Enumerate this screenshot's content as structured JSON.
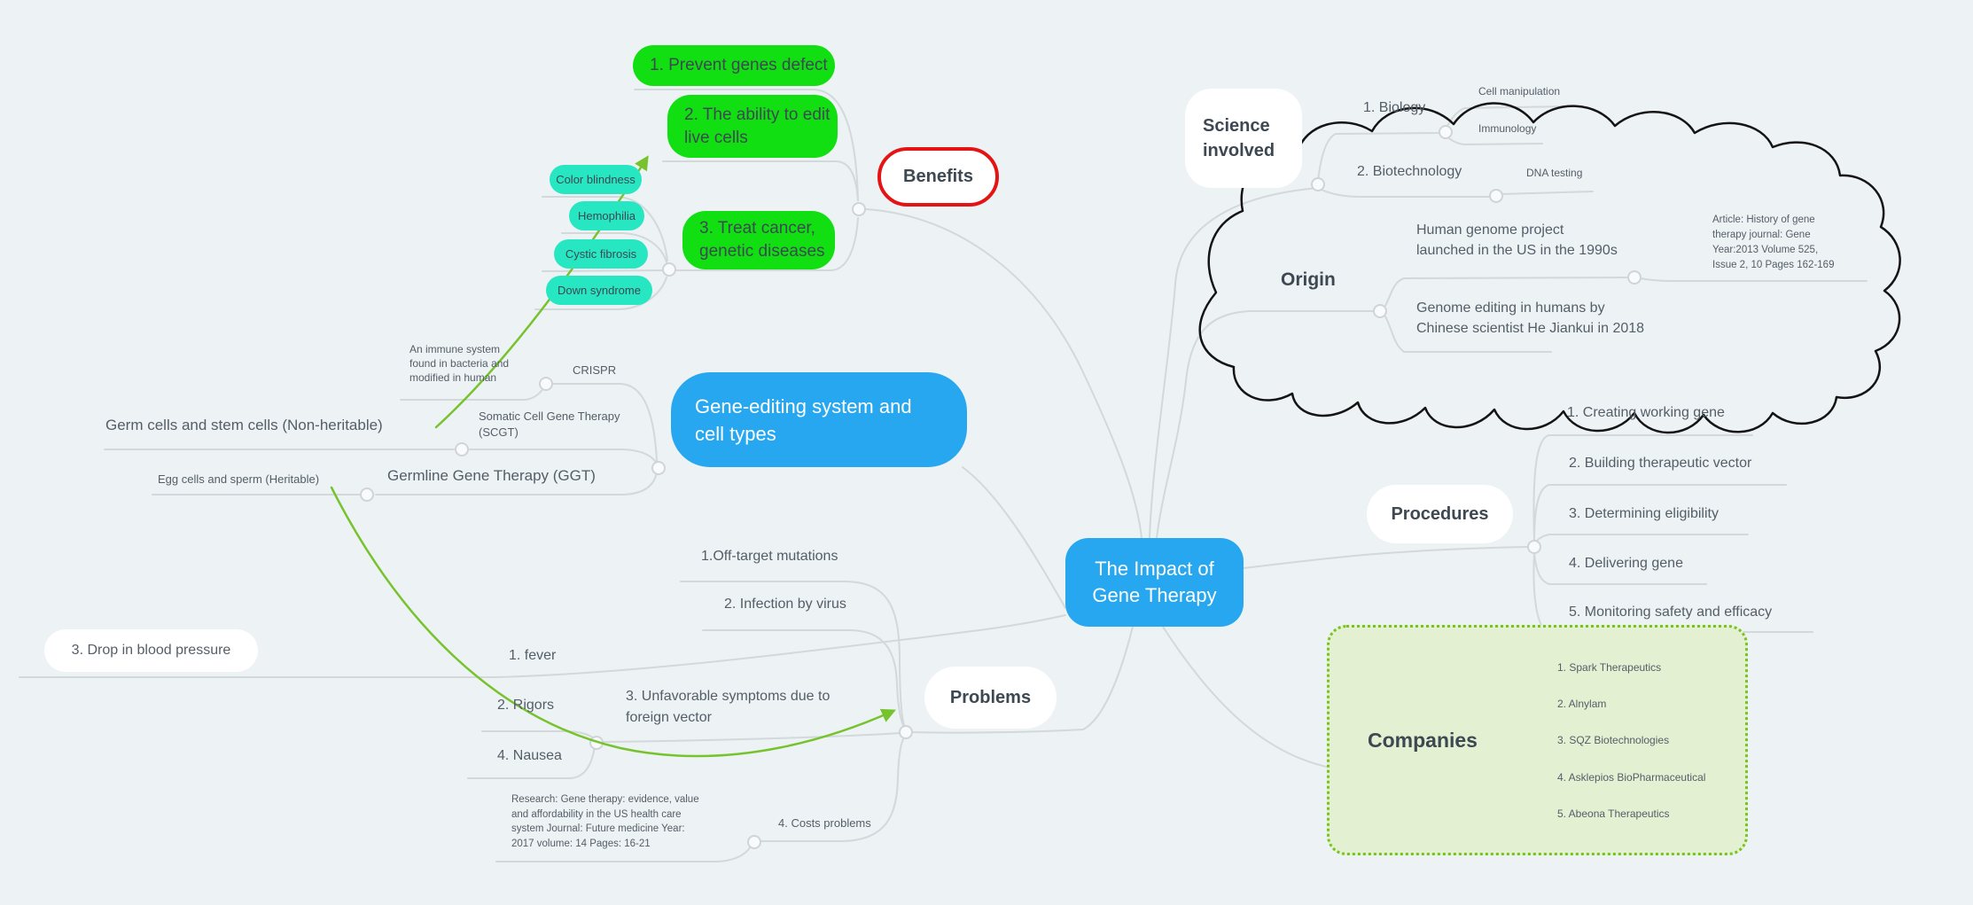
{
  "colors": {
    "background": "#edf2f4",
    "wire_gray": "#d3d8db",
    "node_blue": "#27a7f0",
    "node_green": "#12df12",
    "node_teal": "#27e7c3",
    "benefits_border_red": "#e41414",
    "arrow_green": "#77c32e",
    "companies_box_fill": "#e4f0d2",
    "companies_box_border": "#77c41e",
    "cloud_outline": "#141414",
    "text_dark": "#3d4852",
    "text_gray": "#545e68"
  },
  "center": {
    "label": "The Impact of\nGene Therapy"
  },
  "benefits": {
    "label": "Benefits",
    "items": [
      "1. Prevent genes defect",
      "2. The ability to edit\nlive cells",
      "3. Treat cancer,\ngenetic diseases"
    ],
    "diseases": [
      "Color blindness",
      "Hemophilia",
      "Cystic fibrosis",
      "Down syndrome"
    ]
  },
  "gene_editing": {
    "label": "Gene-editing system and\ncell types",
    "crispr": "CRISPR",
    "crispr_note": "An immune system\nfound in bacteria and\nmodified in human",
    "scgt": "Somatic Cell Gene Therapy\n(SCGT)",
    "scgt_child": "Germ cells and stem cells (Non-heritable)",
    "ggt": "Germline Gene Therapy (GGT)",
    "ggt_child": "Egg cells and sperm (Heritable)"
  },
  "science": {
    "label": "Science\ninvolved",
    "biology": "1. Biology",
    "biology_children": [
      "Cell manipulation",
      "Immunology"
    ],
    "biotech": "2. Biotechnology",
    "biotech_children": [
      "DNA testing"
    ]
  },
  "origin": {
    "label": "Origin",
    "items": [
      "Human genome project\nlaunched in the US in the 1990s",
      "Genome editing in humans by\nChinese scientist He Jiankui in 2018"
    ],
    "note": "Article: History of gene\ntherapy journal: Gene\nYear:2013 Volume 525,\nIssue 2, 10   Pages 162-169"
  },
  "procedures": {
    "label": "Procedures",
    "items": [
      "1. Creating working gene",
      "2. Building therapeutic vector",
      "3. Determining eligibility",
      "4. Delivering gene",
      "5. Monitoring safety and efficacy"
    ]
  },
  "companies": {
    "label": "Companies",
    "items": [
      "1. Spark Therapeutics",
      "2. Alnylam",
      "3. SQZ Biotechnologies",
      "4. Asklepios BioPharmaceutical",
      "5. Abeona Therapeutics"
    ]
  },
  "problems": {
    "label": "Problems",
    "off_target": "1.Off-target mutations",
    "infection": "2. Infection by virus",
    "unfavorable": "3. Unfavorable symptoms due to\nforeign vector",
    "fever": "1. fever",
    "rigors": "2. Rigors",
    "nausea": "4. Nausea",
    "drop": "3. Drop in blood pressure",
    "costs": "4. Costs problems",
    "research_note": "Research: Gene therapy: evidence, value\nand affordability in the US health care\nsystem    Journal: Future medicine Year:\n2017 volume: 14  Pages: 16-21"
  }
}
